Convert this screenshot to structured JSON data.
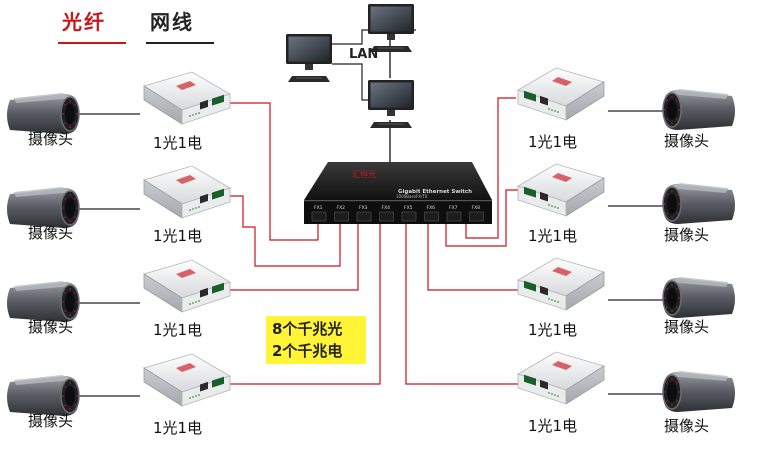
{
  "legend": {
    "fiber_label": "光纤",
    "fiber_color": "#c8161d",
    "cable_label": "网线",
    "cable_color": "#222222"
  },
  "network": {
    "lan_label": "LAN",
    "computers": [
      "computer-icon",
      "computer-icon",
      "computer-icon"
    ]
  },
  "switch": {
    "brand_text": "汇恒光",
    "model_text": "Gigabit Ethernet Switch",
    "sub_text": "1000BaseFX/TX",
    "ports": [
      "FX1",
      "FX2",
      "FX3",
      "FX4",
      "FX5",
      "FX6",
      "FX7",
      "FX8"
    ]
  },
  "callout": {
    "line1": "8个千兆光",
    "line2": "2个千兆电"
  },
  "left_rows": [
    {
      "camera_label": "摄像头",
      "converter_label": "1光1电"
    },
    {
      "camera_label": "摄像头",
      "converter_label": "1光1电"
    },
    {
      "camera_label": "摄像头",
      "converter_label": "1光1电"
    },
    {
      "camera_label": "摄像头",
      "converter_label": "1光1电"
    }
  ],
  "right_rows": [
    {
      "camera_label": "摄像头",
      "converter_label": "1光1电"
    },
    {
      "camera_label": "摄像头",
      "converter_label": "1光1电"
    },
    {
      "camera_label": "摄像头",
      "converter_label": "1光1电"
    },
    {
      "camera_label": "摄像头",
      "converter_label": "1光1电"
    }
  ]
}
